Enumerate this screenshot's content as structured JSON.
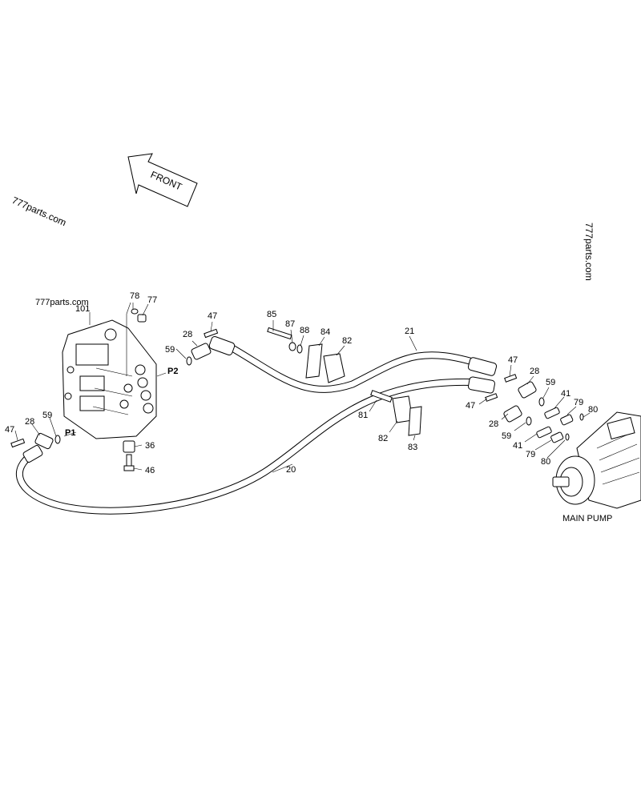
{
  "watermarks": {
    "left": "777parts.com",
    "small": "777parts.com",
    "right": "777parts.com"
  },
  "front_arrow": "FRONT",
  "main_pump": "MAIN PUMP",
  "ports": {
    "p1": "P1",
    "p2": "P2"
  },
  "labels": {
    "n101": "101",
    "n78": "78",
    "n77": "77",
    "n47a": "47",
    "n28a": "28",
    "n59a": "59",
    "n85": "85",
    "n87": "87",
    "n88": "88",
    "n84": "84",
    "n82a": "82",
    "n21": "21",
    "n47b": "47",
    "n28b": "28",
    "n59b": "59",
    "n41a": "41",
    "n79a": "79",
    "n80a": "80",
    "n47c": "47",
    "n28c": "28",
    "n59c": "59",
    "n41b": "41",
    "n79b": "79",
    "n80b": "80",
    "n81": "81",
    "n82b": "82",
    "n83": "83",
    "n20": "20",
    "n36": "36",
    "n46": "46",
    "n47d": "47",
    "n28d": "28",
    "n59d": "59"
  }
}
